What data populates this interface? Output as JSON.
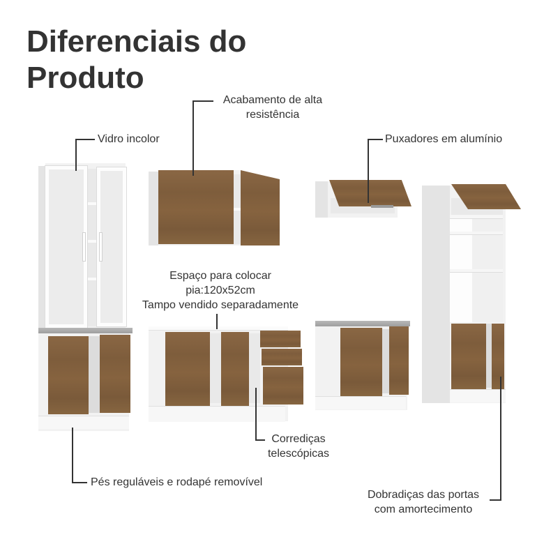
{
  "title": {
    "line1": "Diferenciais do",
    "line2": "Produto"
  },
  "callouts": {
    "vidro": "Vidro incolor",
    "acabamento_line1": "Acabamento de alta",
    "acabamento_line2": "resistência",
    "puxadores": "Puxadores em alumínio",
    "espaco_line1": "Espaço para colocar",
    "espaco_line2": "pia:120x52cm",
    "espaco_line3": "Tampo vendido separadamente",
    "corredicas_line1": "Corrediças",
    "corredicas_line2": "telescópicas",
    "pes": "Pés reguláveis e rodapé removível",
    "dobradicas_line1": "Dobradiças das portas",
    "dobradicas_line2": "com amortecimento"
  },
  "colors": {
    "text": "#333333",
    "wood": "#7e5d3c",
    "cabinet_white": "#f2f2f2",
    "countertop_gray": "#a8a8a8"
  }
}
